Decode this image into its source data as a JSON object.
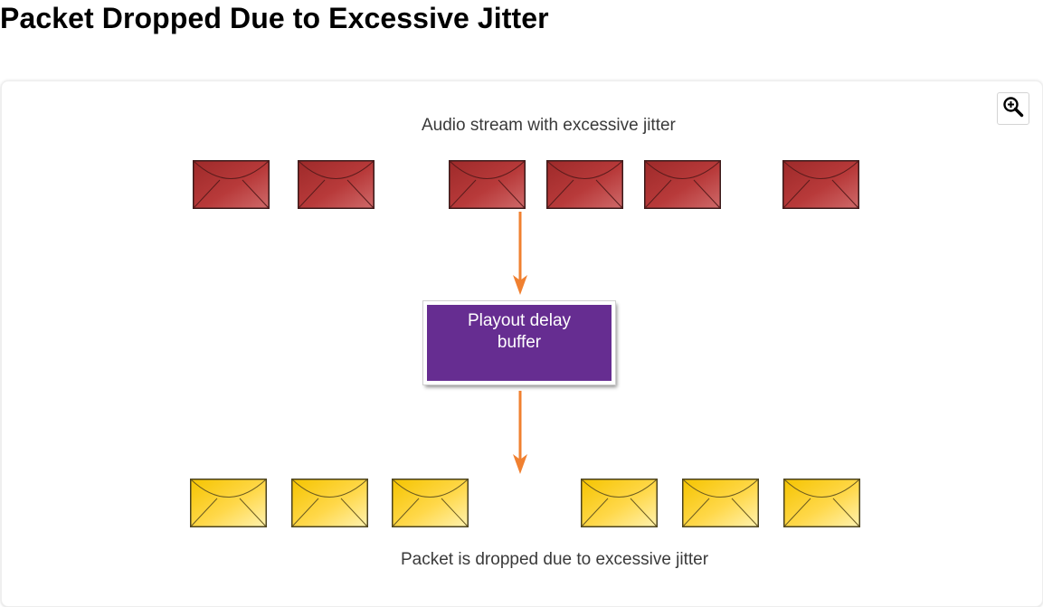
{
  "page": {
    "title": "Packet Dropped Due to Excessive Jitter"
  },
  "diagram": {
    "top_caption": "Audio stream with excessive jitter",
    "bottom_caption": "Packet is dropped due to excessive jitter",
    "buffer_label": "Playout delay buffer",
    "zoom_icon": "zoom-in-icon",
    "colors": {
      "input_packet": "#b03535",
      "output_packet": "#ffd21a",
      "buffer": "#662d91",
      "arrow": "#f08030"
    },
    "input_packet_count": 6,
    "output_packet_count": 6
  }
}
